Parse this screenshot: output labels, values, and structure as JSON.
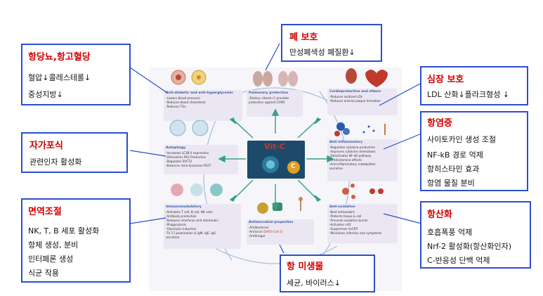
{
  "center": {
    "label": "Vit-C",
    "badge": "C"
  },
  "cards": {
    "diabetic": {
      "title": "Anti-diabetic and anti-hyperglycemic",
      "lines": [
        "-Lowers blood pressure",
        "-Reduces blood cholesterol",
        "-Reduces TGs"
      ]
    },
    "pulmonary": {
      "title": "Pulmonary protection",
      "lines": [
        "-Dietary vitamin C provides",
        "protection against COPD"
      ]
    },
    "cardio": {
      "title": "Cardioprotective and others",
      "lines": [
        "-Reduces oxidized LDL",
        "-Reduces arterial plaque formation"
      ]
    },
    "autophagy": {
      "title": "Autophagy",
      "lines": [
        "-Increases LC3B II expression",
        "-Diminishes P62 Production",
        "-Regulates SVCT2",
        "-Balances intra-lysosome PA27"
      ]
    },
    "inflam": {
      "title": "Anti-inflammatory",
      "lines": [
        "-Regulates cytokine production",
        "-Improves cytokine chemotaxis",
        "-Deactivates NF-kB pathway",
        "-Antihistamine effects",
        "-Anti-inflammatory metabolites",
        "secretion"
      ]
    },
    "immune": {
      "title": "Immunomodulatory",
      "lines": [
        "-Activates T cell, B cell, NK cells",
        "-Antibody production",
        "-Releases interferon and interleukin",
        "-Phagocytosis",
        "-Glycolysis induction",
        "-Th 17 polarization & IgM, IgE, IgG",
        "secretion"
      ]
    },
    "microbial": {
      "title": "Antimicrobial properties",
      "lines": [
        "-Antibacterial",
        "-Antiviral",
        "-Antifungal"
      ],
      "sars": "(SARS-CoV-2)"
    },
    "oxidative": {
      "title": "Anti-oxidative",
      "lines": [
        "-Best antioxidant",
        "-Protects tissue & cell",
        "-Prevents oxidative bursts",
        "-Activates nrf2",
        "-Suppresses hsCRP",
        "-Minimizes infection and symptoms"
      ]
    }
  },
  "boxes": {
    "lung": {
      "title": "폐 보호",
      "lines": [
        "만성폐색성 폐질환↓"
      ]
    },
    "diabetes": {
      "title": "항당뇨,항고혈당",
      "lines": [
        "혈압↓콜레스테롤↓",
        "중성지방↓"
      ]
    },
    "heart": {
      "title": "심장 보호",
      "lines": [
        "LDL 산화↓플라크형성 ↓"
      ]
    },
    "autophagy": {
      "title": "자가포식",
      "lines": [
        "관련인자 활성화"
      ]
    },
    "inflam": {
      "title": "항염증",
      "lines": [
        "사이토카인 생성 조절",
        "NF-kB 경로 억제",
        "항히스타민 효과",
        "항염 물질 분비"
      ]
    },
    "immune": {
      "title": "면역조절",
      "lines": [
        "NK, T, B 세포 활성화",
        "항체 생성, 분비",
        "인터페론 생성",
        "식균 작용"
      ]
    },
    "oxid": {
      "title": "항산화",
      "lines": [
        "호흡폭풍 억제",
        "Nrf-2 활성화(항산화인자)",
        "C-반응성 단백 억제"
      ]
    },
    "microbe": {
      "title": "항 미생물",
      "lines": [
        "세균, 바이러스↓"
      ]
    }
  },
  "colors": {
    "accent_border": "#2a4fcf",
    "heading": "#d10000",
    "card_title": "#3a5aa8",
    "sars": "#c0392b"
  }
}
